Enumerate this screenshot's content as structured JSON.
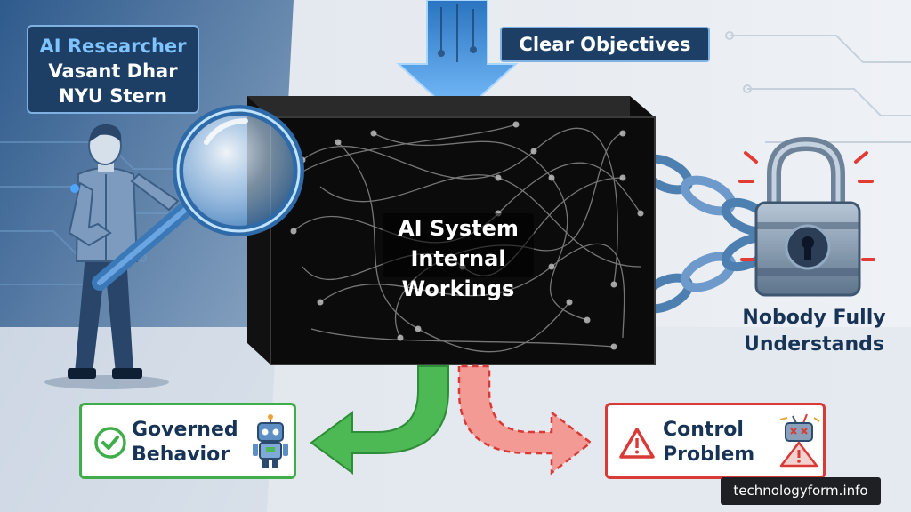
{
  "labels": {
    "researcher_role": "AI Researcher",
    "researcher_name": "Vasant Dhar",
    "researcher_org": "NYU Stern",
    "objectives": "Clear Objectives",
    "ai_line1": "AI System",
    "ai_line2": "Internal Workings",
    "nobody_line1": "Nobody Fully",
    "nobody_line2": "Understands",
    "governed_line1": "Governed",
    "governed_line2": "Behavior",
    "control_line1": "Control",
    "control_line2": "Problem"
  },
  "watermark": "technologyform.info",
  "colors": {
    "navy": "#1d3f66",
    "accent_blue": "#7fc4ff",
    "green": "#3fae4a",
    "red": "#d93a36",
    "dark_text": "#173457"
  },
  "icons": [
    "magnifier-icon",
    "padlock-icon",
    "chain-icon",
    "arrow-down-icon",
    "check-icon",
    "robot-icon",
    "warning-icon",
    "broken-robot-icon"
  ]
}
